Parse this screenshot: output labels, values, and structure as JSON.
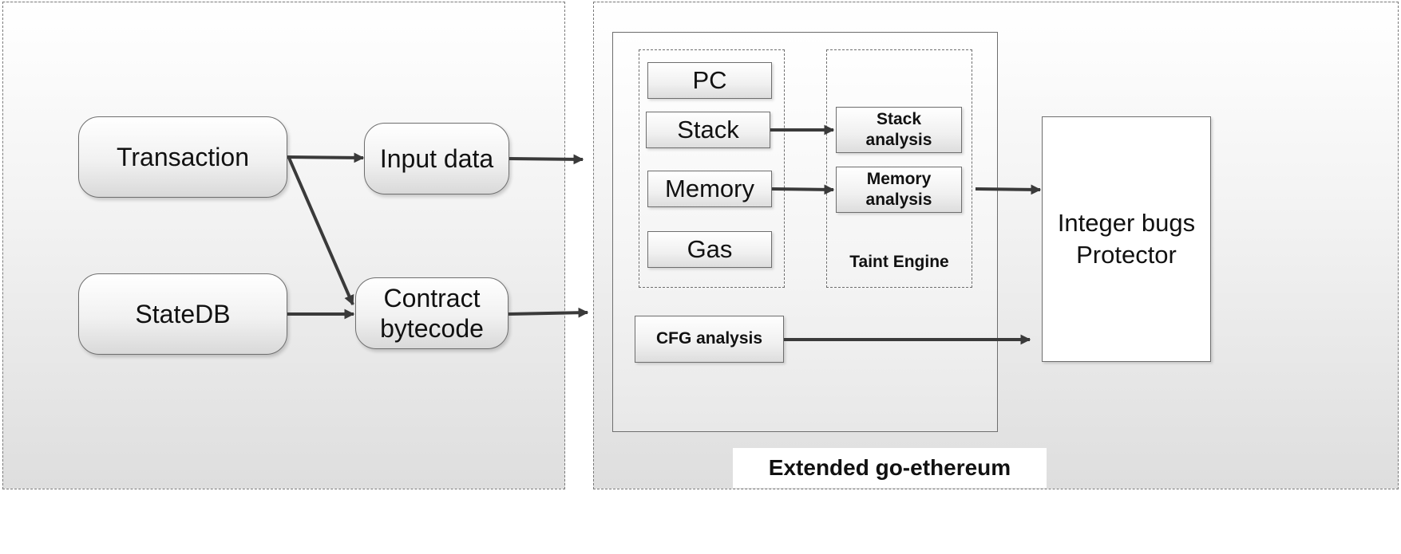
{
  "nodes": {
    "transaction": "Transaction",
    "statedb": "StateDB",
    "input_data": "Input data",
    "contract_bytecode": "Contract\nbytecode",
    "pc": "PC",
    "stack": "Stack",
    "memory": "Memory",
    "gas": "Gas",
    "stack_analysis": "Stack\nanalysis",
    "memory_analysis": "Memory\nanalysis",
    "taint_engine": "Taint Engine",
    "cfg_analysis": "CFG analysis",
    "protector": "Integer bugs\nProtector"
  },
  "captions": {
    "extended_geth": "Extended go-ethereum"
  },
  "colors": {
    "arrow": "#3a3a3a",
    "border": "#6e6e6e"
  }
}
